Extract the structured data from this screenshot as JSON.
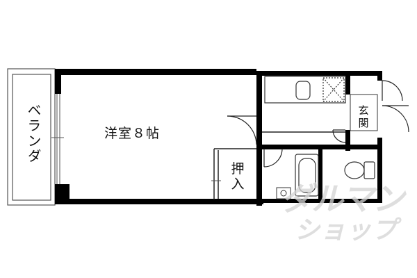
{
  "plan": {
    "room_label": "洋室８帖",
    "veranda_label": "ベランダ",
    "closet_label": "押入",
    "entrance_label": "玄関",
    "colors": {
      "wall": "#000000",
      "line": "#555555",
      "background": "#ffffff",
      "watermark": "#d4d4d4"
    }
  },
  "watermark": {
    "line1": "ダルマン",
    "line2": "ショップ"
  }
}
